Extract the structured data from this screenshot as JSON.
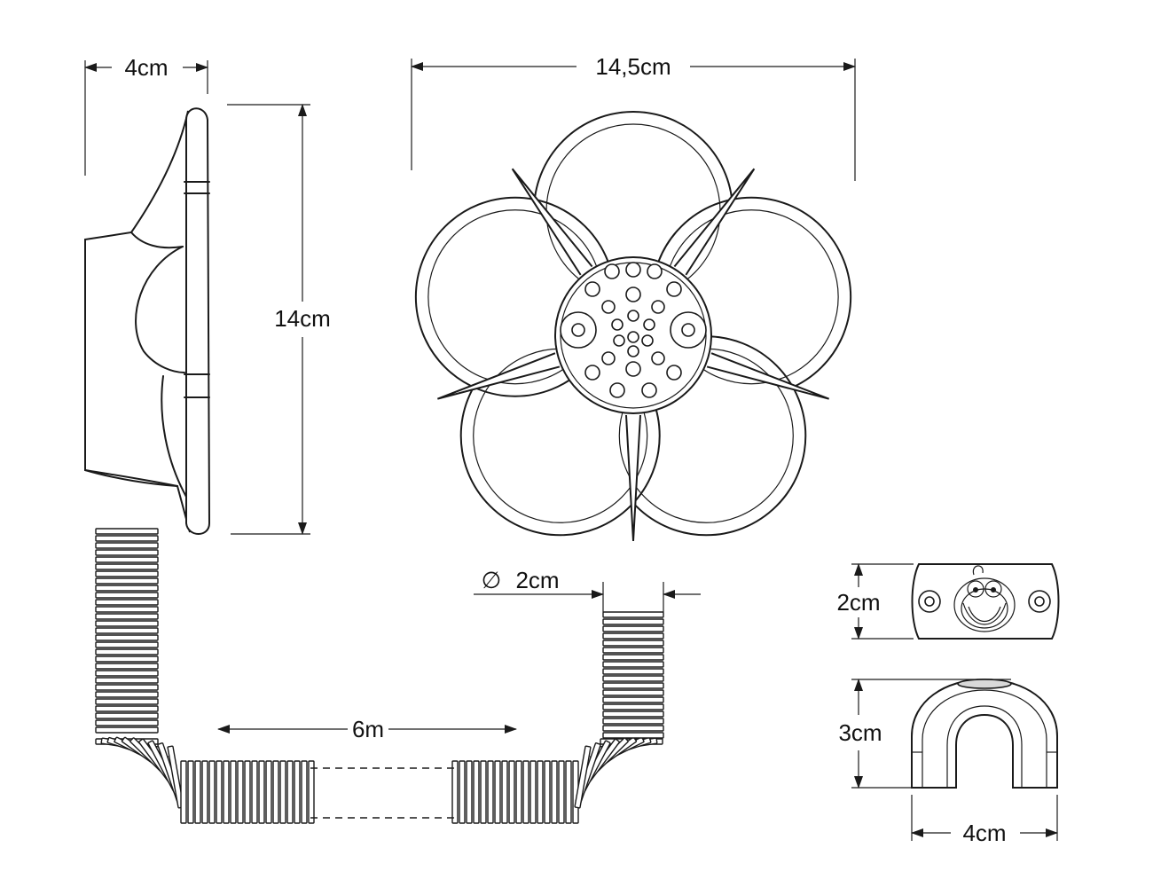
{
  "dimensions": {
    "side_width": "4cm",
    "side_height": "14cm",
    "flower_width": "14,5cm",
    "hose_length": "6m",
    "hose_diameter": "2cm",
    "plate_height": "2cm",
    "clip_height": "3cm",
    "clip_width": "4cm"
  },
  "hose_diameter_symbol": "∅",
  "colors": {
    "line": "#1a1a1a",
    "background": "#ffffff"
  }
}
